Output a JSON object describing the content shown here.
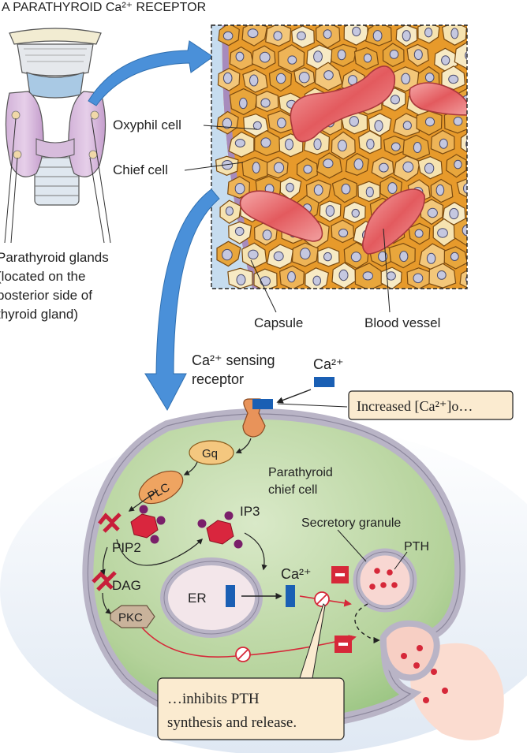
{
  "figure": {
    "title": "A  PARATHYROID Ca²⁺ RECEPTOR"
  },
  "labels": {
    "oxyphil_cell": "Oxyphil cell",
    "chief_cell": "Chief cell",
    "glands_line1": "Parathyroid glands",
    "glands_line2": "(located on the",
    "glands_line3": "posterior side of",
    "glands_line4": "thyroid gland)",
    "capsule": "Capsule",
    "blood_vessel": "Blood vessel",
    "receptor_line1": "Ca²⁺ sensing",
    "receptor_line2": "receptor",
    "ca_ext": "Ca²⁺",
    "gq": "Gq",
    "chief_line1": "Parathyroid",
    "chief_line2": "chief cell",
    "plc": "PLC",
    "ip3": "IP3",
    "pip2": "PIP2",
    "secretory_granule": "Secretory granule",
    "pth": "PTH",
    "dag": "DAG",
    "er": "ER",
    "ca_int": "Ca²⁺",
    "pkc": "PKC"
  },
  "callouts": {
    "increased": "Increased [Ca²⁺]o…",
    "inhibits_line1": "…inhibits PTH",
    "inhibits_line2": "synthesis and release."
  },
  "colors": {
    "cell_green": "#b8d4a0",
    "membrane": "#b9b4c6",
    "receptor_blue": "#1a5fb4",
    "inhibit_red": "#d62839",
    "arrow_blue": "#4a90d9",
    "tissue_orange": "#e79a2b",
    "callout_fill": "#fbebd0"
  },
  "icons": [
    "blue-curved-arrow-icon",
    "inhibitor-minus-icon",
    "block-circle-icon"
  ]
}
